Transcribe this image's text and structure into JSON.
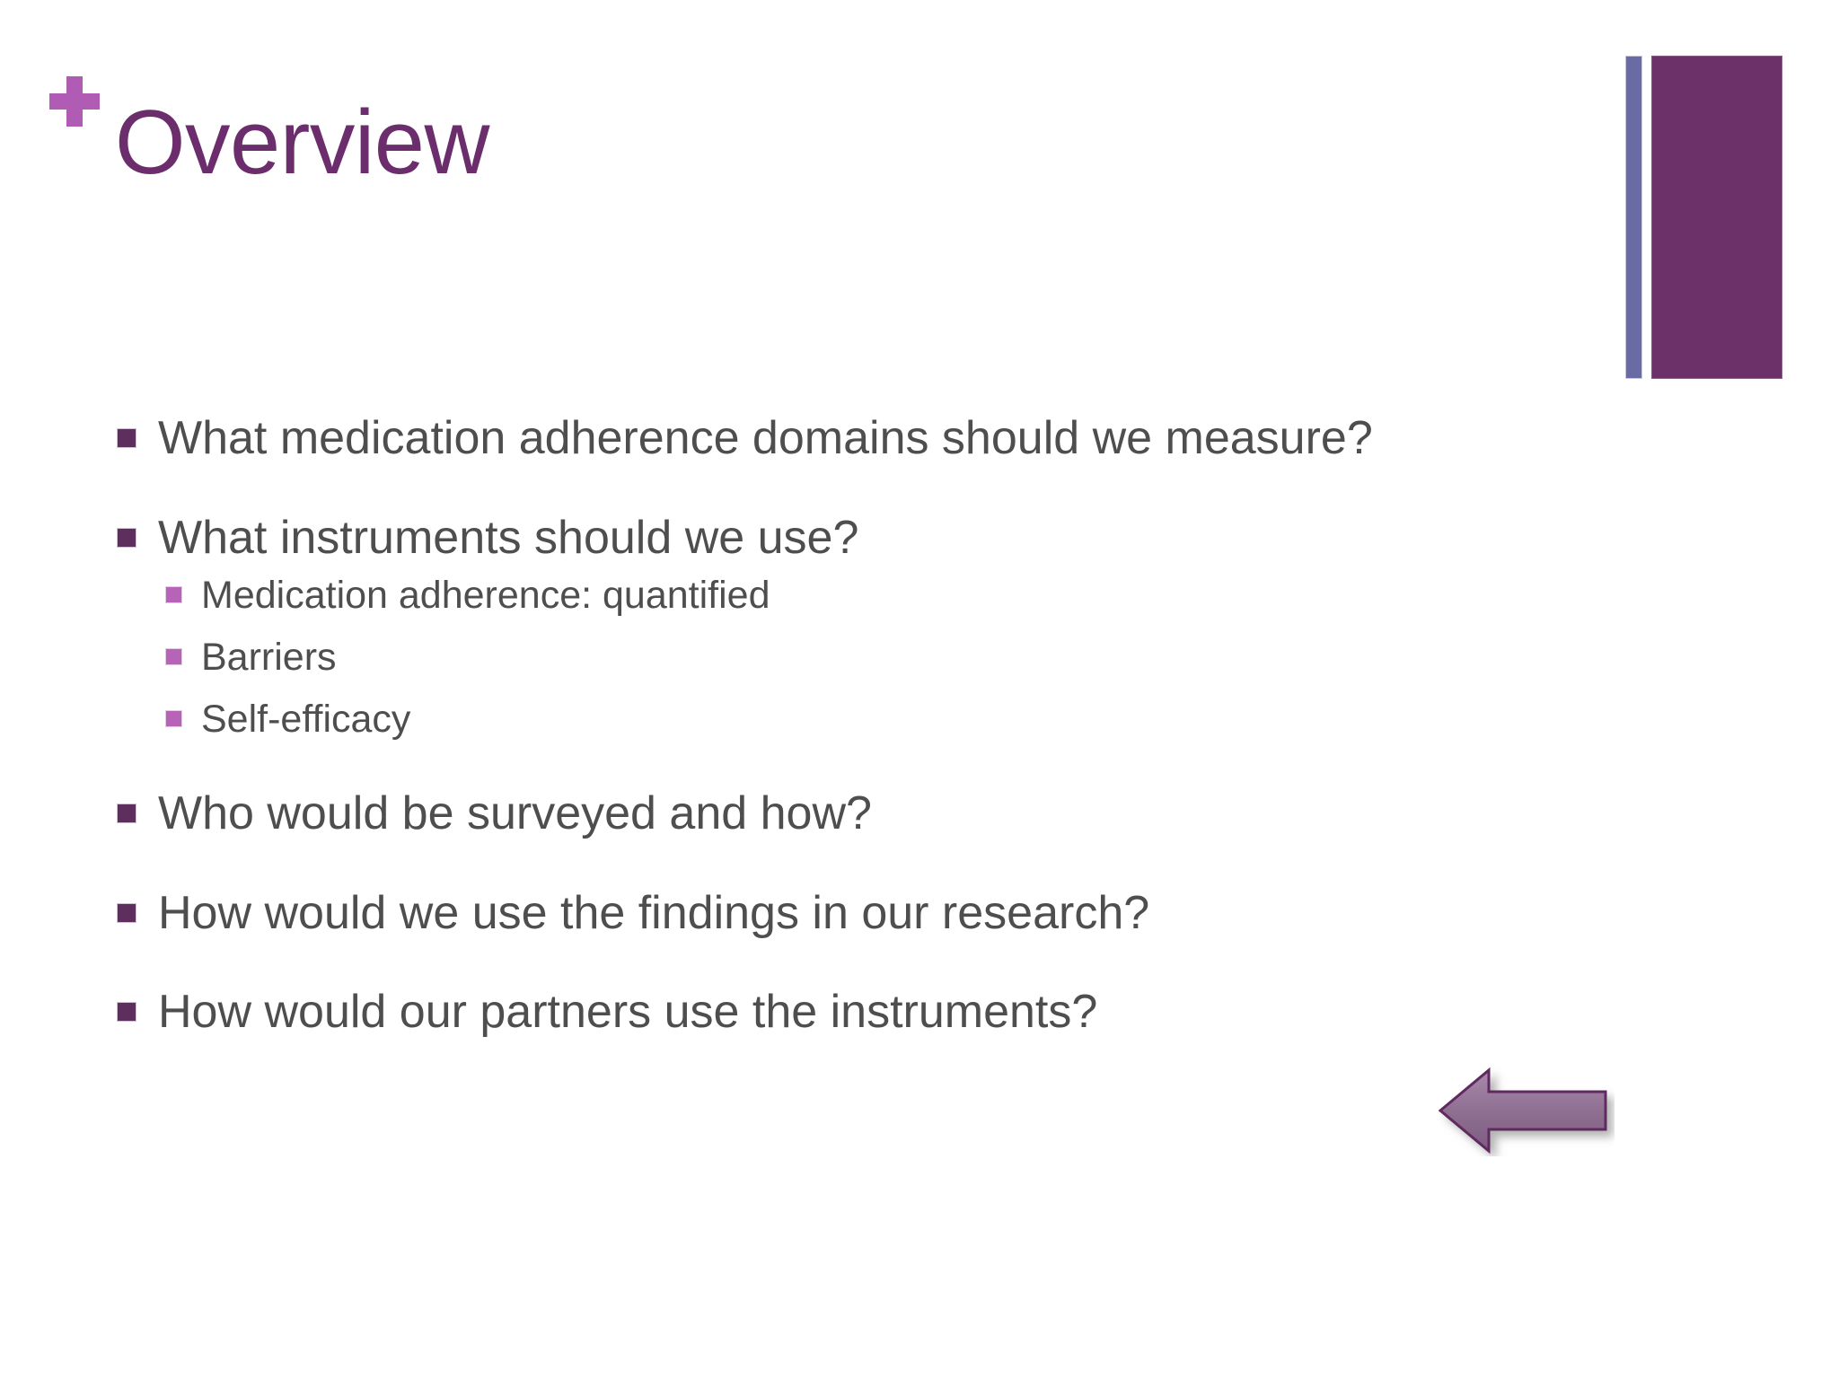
{
  "slide": {
    "title": "Overview",
    "plus_glyph": "+",
    "colors": {
      "title_purple": "#6b2d6b",
      "plus_purple": "#b05cb5",
      "deco_block_purple": "#6d3169",
      "deco_bar_blue": "#6a6aa4",
      "bullet_level1": "#5e2f5e",
      "bullet_level2": "#b763b7",
      "body_text": "#4e4e4e",
      "background": "#ffffff",
      "arrow_fill": "#8d6790",
      "arrow_border": "#5e2a5e"
    },
    "bullets": [
      {
        "level": 1,
        "text": "What medication adherence domains should we measure?"
      },
      {
        "level": 1,
        "text": "What instruments should we use?",
        "children": [
          {
            "level": 2,
            "text": "Medication adherence: quantified"
          },
          {
            "level": 2,
            "text": "Barriers"
          },
          {
            "level": 2,
            "text": "Self-efficacy"
          }
        ]
      },
      {
        "level": 1,
        "text": "Who would be surveyed and how?"
      },
      {
        "level": 1,
        "text": "How would we use the findings in our research?"
      },
      {
        "level": 1,
        "text": "How would our partners use the instruments?"
      }
    ],
    "callout": {
      "icon": "left-arrow-icon",
      "direction": "left",
      "points_to": "How would our partners use the instruments?"
    }
  }
}
